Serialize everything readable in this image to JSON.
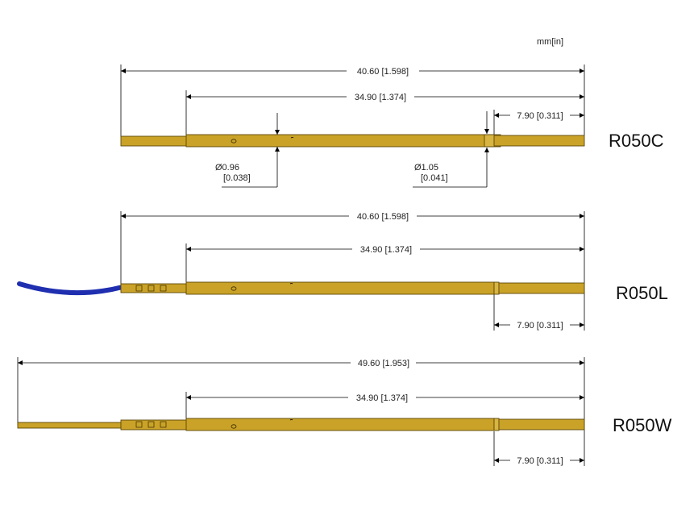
{
  "units_label": "mm[in]",
  "colors": {
    "brass": "#c9a227",
    "brass_edge": "#5e4708",
    "wire": "#1f2fb0",
    "dim_line": "#000000"
  },
  "probes": [
    {
      "model": "R050C",
      "overall": "40.60 [1.598]",
      "barrel": "34.90 [1.374]",
      "tip": "7.90 [0.311]",
      "diameter_left_main": "Ø0.96",
      "diameter_left_sub": "[0.038]",
      "diameter_right_main": "Ø1.05",
      "diameter_right_sub": "[0.041]"
    },
    {
      "model": "R050L",
      "overall": "40.60 [1.598]",
      "barrel": "34.90 [1.374]",
      "tip": "7.90 [0.311]"
    },
    {
      "model": "R050W",
      "overall": "49.60 [1.953]",
      "barrel": "34.90 [1.374]",
      "tip": "7.90 [0.311]"
    }
  ]
}
